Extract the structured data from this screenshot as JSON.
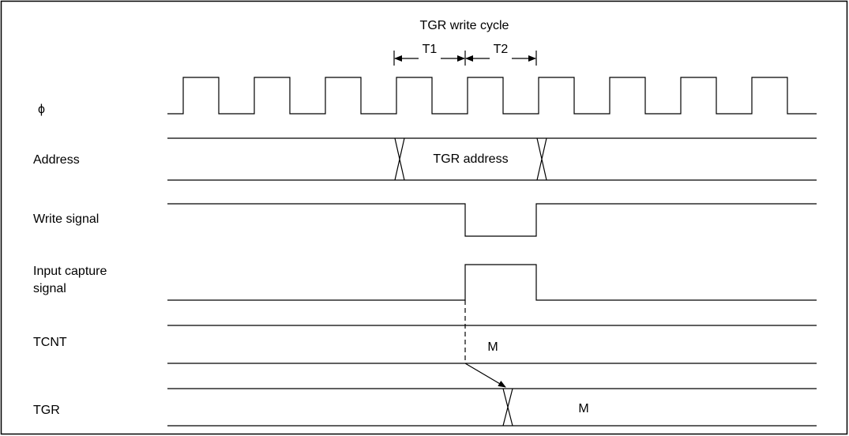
{
  "header": {
    "title": "TGR write cycle",
    "t1": "T1",
    "t2": "T2"
  },
  "signals": {
    "phi": "ϕ",
    "address": "Address",
    "write": "Write signal",
    "capture_line1": "Input capture",
    "capture_line2": "signal",
    "tcnt": "TCNT",
    "tgr": "TGR"
  },
  "values": {
    "tgr_address": "TGR address",
    "tcnt_value": "M",
    "tgr_value": "M"
  },
  "colors": {
    "line": "#000000",
    "frame": "#000000",
    "background": "#ffffff"
  }
}
